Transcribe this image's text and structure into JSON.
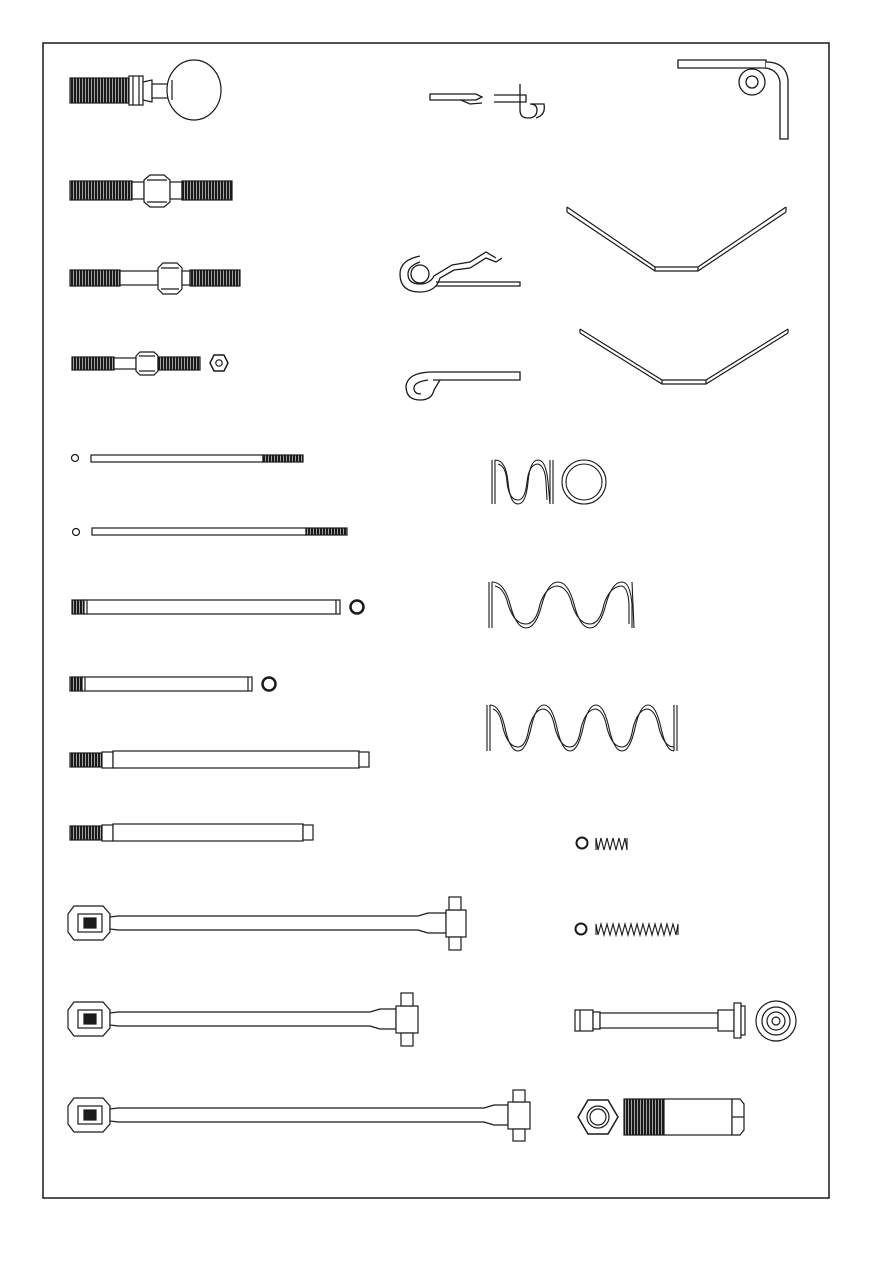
{
  "sheet": {
    "line_color": "#1a1a1a",
    "fill_color": "#ffffff",
    "thread_color": "#1a1a1a"
  },
  "parts": [
    {
      "name": "ball-stud-threaded",
      "icon": "ball-end-stud-icon"
    },
    {
      "name": "turnbuckle-long",
      "icon": "turnbuckle-icon"
    },
    {
      "name": "turnbuckle-medium",
      "icon": "turnbuckle-icon"
    },
    {
      "name": "turnbuckle-short-with-nut",
      "icon": "turnbuckle-icon"
    },
    {
      "name": "threaded-rod-long",
      "icon": "rod-icon"
    },
    {
      "name": "threaded-rod-longer",
      "icon": "rod-icon"
    },
    {
      "name": "hinge-pin-with-e-clip-1",
      "icon": "hinge-pin-icon"
    },
    {
      "name": "hinge-pin-with-e-clip-2",
      "icon": "hinge-pin-icon"
    },
    {
      "name": "hinge-pin-stepped-1",
      "icon": "hinge-pin-icon"
    },
    {
      "name": "hinge-pin-stepped-2",
      "icon": "hinge-pin-icon"
    },
    {
      "name": "dogbone-driveshaft-1",
      "icon": "driveshaft-icon"
    },
    {
      "name": "dogbone-driveshaft-2",
      "icon": "driveshaft-icon"
    },
    {
      "name": "dogbone-driveshaft-3",
      "icon": "driveshaft-icon"
    },
    {
      "name": "wire-clips",
      "icon": "clip-icon"
    },
    {
      "name": "bent-wire-hook",
      "icon": "hook-icon"
    },
    {
      "name": "body-clip-large",
      "icon": "body-clip-icon"
    },
    {
      "name": "body-clip-small",
      "icon": "body-clip-icon"
    },
    {
      "name": "anti-roll-bar-wide",
      "icon": "sway-bar-icon"
    },
    {
      "name": "anti-roll-bar-narrow",
      "icon": "sway-bar-icon"
    },
    {
      "name": "spring-short",
      "icon": "spring-icon"
    },
    {
      "name": "spring-medium",
      "icon": "spring-icon"
    },
    {
      "name": "spring-long",
      "icon": "spring-icon"
    },
    {
      "name": "small-spring-short",
      "icon": "spring-icon"
    },
    {
      "name": "small-spring-long",
      "icon": "spring-icon"
    },
    {
      "name": "shock-shaft-with-collar",
      "icon": "shaft-icon"
    },
    {
      "name": "nut-and-threaded-sleeve",
      "icon": "nut-icon"
    }
  ]
}
